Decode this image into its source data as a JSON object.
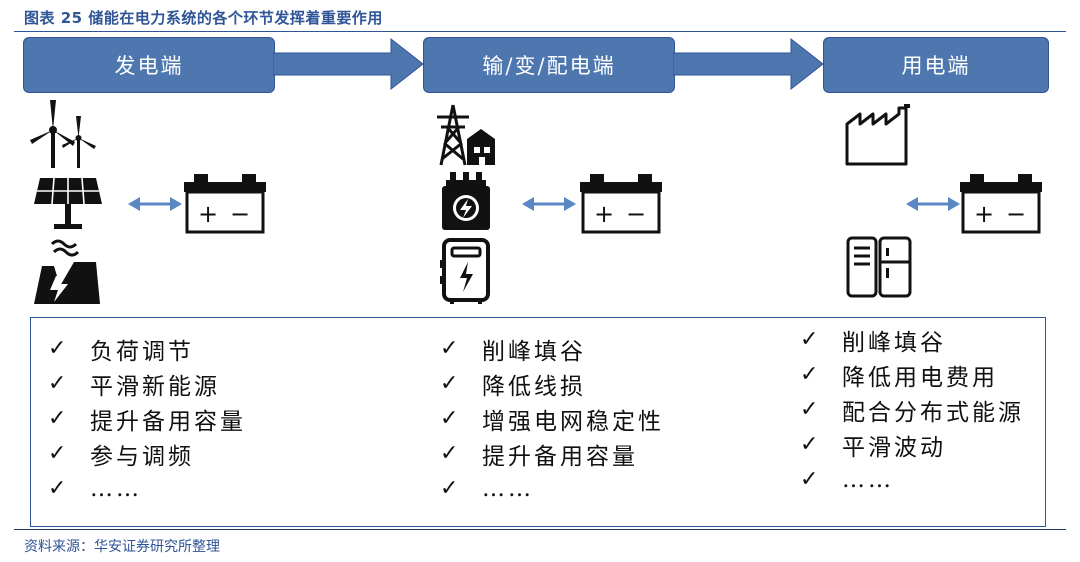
{
  "figure_title": "图表 25 储能在电力系统的各个环节发挥着重要作用",
  "source": "资料来源：华安证券研究所整理",
  "check_mark": "✓",
  "stages": [
    {
      "label": "发电端"
    },
    {
      "label": "输/变/配电端"
    },
    {
      "label": "用电端"
    }
  ],
  "battery": {
    "plus": "+",
    "minus": "−"
  },
  "colors": {
    "accent": "#4E77B0",
    "border": "#2F5597",
    "arrow": "#5B87C5",
    "icon": "#111111"
  },
  "icons": {
    "generation": [
      "wind-turbine-icon",
      "solar-panel-icon",
      "power-plant-icon"
    ],
    "transmission": [
      "transmission-tower-icon",
      "transformer-icon",
      "distribution-box-icon"
    ],
    "consumption": [
      "factory-icon",
      "appliance-icon"
    ]
  },
  "columns": [
    {
      "items": [
        "负荷调节",
        "平滑新能源",
        "提升备用容量",
        "参与调频",
        "……"
      ]
    },
    {
      "items": [
        "削峰填谷",
        "降低线损",
        "增强电网稳定性",
        "提升备用容量",
        "……"
      ]
    },
    {
      "items": [
        "削峰填谷",
        "降低用电费用",
        "配合分布式能源",
        "平滑波动",
        "……"
      ]
    }
  ]
}
